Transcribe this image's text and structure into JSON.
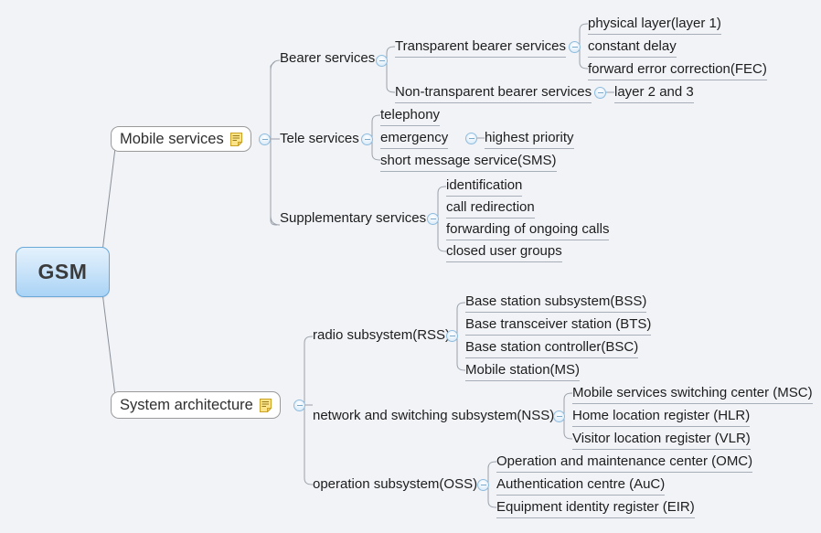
{
  "diagram": {
    "type": "mind-map",
    "background_color": "#f1f3f7",
    "root": {
      "label": "GSM",
      "fill_start": "#e3f1fc",
      "fill_end": "#a9d3f5",
      "border_color": "#6aa8d8",
      "text_color": "#3b3b3b"
    },
    "branches": [
      {
        "label": "Mobile services",
        "has_note_icon": true,
        "note_icon": "note-icon",
        "collapse_state": "expanded",
        "children": [
          {
            "label": "Bearer services",
            "collapse_state": "expanded",
            "children": [
              {
                "label": "Transparent bearer services",
                "collapse_state": "expanded",
                "children": [
                  {
                    "label": "physical layer(layer 1)"
                  },
                  {
                    "label": "constant delay"
                  },
                  {
                    "label": "forward error correction(FEC)"
                  }
                ]
              },
              {
                "label": "Non-transparent bearer services",
                "collapse_state": "expanded",
                "children": [
                  {
                    "label": "layer 2 and 3"
                  }
                ]
              }
            ]
          },
          {
            "label": "Tele services",
            "collapse_state": "expanded",
            "children": [
              {
                "label": "telephony"
              },
              {
                "label": "emergency",
                "collapse_state": "expanded",
                "children": [
                  {
                    "label": "highest priority"
                  }
                ]
              },
              {
                "label": "short message service(SMS)"
              }
            ]
          },
          {
            "label": "Supplementary services",
            "collapse_state": "expanded",
            "children": [
              {
                "label": "identification"
              },
              {
                "label": "call redirection"
              },
              {
                "label": "forwarding of ongoing calls"
              },
              {
                "label": "closed user groups"
              }
            ]
          }
        ]
      },
      {
        "label": "System architecture",
        "has_note_icon": true,
        "note_icon": "note-icon",
        "collapse_state": "expanded",
        "children": [
          {
            "label": "radio subsystem(RSS)",
            "collapse_state": "expanded",
            "children": [
              {
                "label": "Base station subsystem(BSS)"
              },
              {
                "label": "Base transceiver station (BTS)"
              },
              {
                "label": "Base station controller(BSC)"
              },
              {
                "label": "Mobile station(MS)"
              }
            ]
          },
          {
            "label": "network and switching subsystem(NSS)",
            "collapse_state": "expanded",
            "children": [
              {
                "label": "Mobile services switching center (MSC)"
              },
              {
                "label": "Home location register (HLR)"
              },
              {
                "label": "Visitor location register (VLR)"
              }
            ]
          },
          {
            "label": "operation subsystem(OSS)",
            "collapse_state": "expanded",
            "children": [
              {
                "label": "Operation and maintenance center (OMC)"
              },
              {
                "label": "Authentication centre (AuC)"
              },
              {
                "label": "Equipment identity register (EIR)"
              }
            ]
          }
        ]
      }
    ]
  }
}
